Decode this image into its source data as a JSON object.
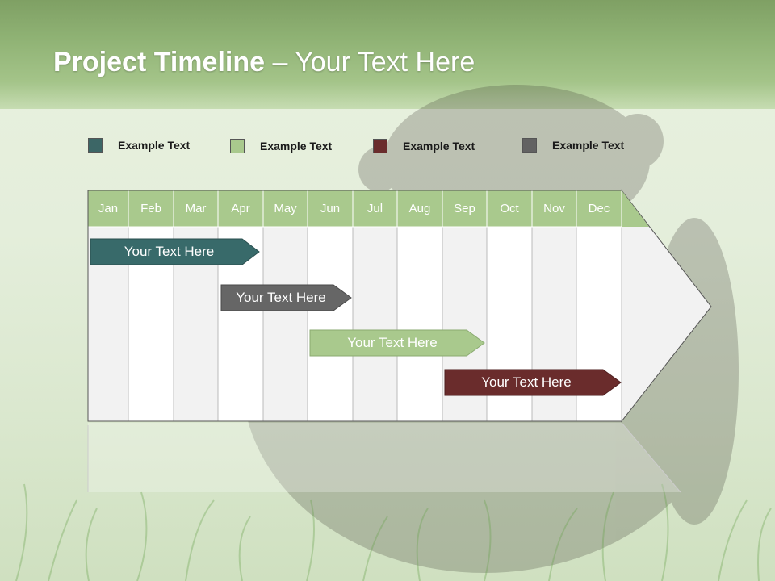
{
  "slide": {
    "title_bold": "Project Timeline",
    "title_rest": " – Your Text Here"
  },
  "legend": [
    {
      "label": "Example Text",
      "color": "#3c6666"
    },
    {
      "label": "Example Text",
      "color": "#a9c98d"
    },
    {
      "label": "Example Text",
      "color": "#6a2c2c"
    },
    {
      "label": "Example Text",
      "color": "#626262"
    }
  ],
  "months": [
    "Jan",
    "Feb",
    "Mar",
    "Apr",
    "May",
    "Jun",
    "Jul",
    "Aug",
    "Sep",
    "Oct",
    "Nov",
    "Dec"
  ],
  "tasks": [
    {
      "label": "Your  Text Here",
      "color": "#386a6a"
    },
    {
      "label": "Your  Text Here",
      "color": "#666666"
    },
    {
      "label": "Your  Text Here",
      "color": "#a9c98d"
    },
    {
      "label": "Your  Text Here",
      "color": "#6a2c2c"
    }
  ],
  "colors": {
    "header_green": "#8fb274",
    "month_header": "#a9c98d",
    "column_light": "#f2f2f2",
    "column_white": "#ffffff"
  }
}
